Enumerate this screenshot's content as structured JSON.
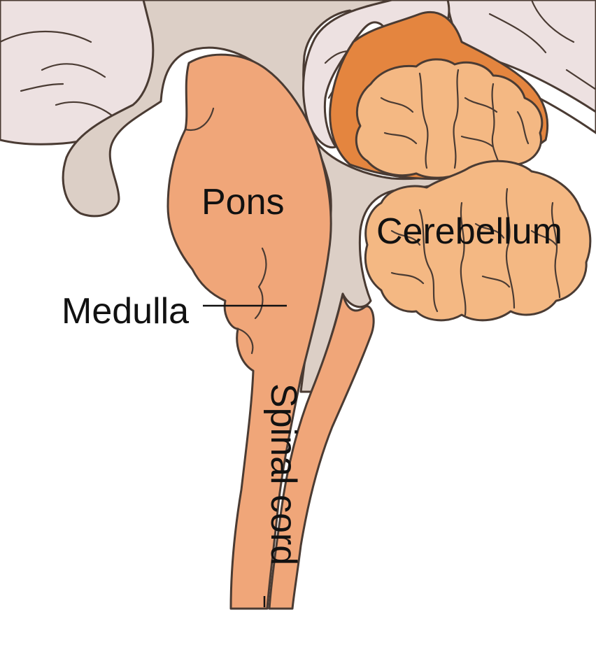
{
  "labels": {
    "pons": "Pons",
    "medulla": "Medulla",
    "cerebellum": "Cerebellum",
    "spinal_cord": "Spinal cord"
  },
  "colors": {
    "background": "#ffffff",
    "cerebrum": "#ede1e1",
    "brainstem_gray": "#dccfc6",
    "brainstem_orange": "#f0a679",
    "cerebellum_light": "#f4b883",
    "cerebellum_dark": "#e4853f",
    "outline": "#4a3b33"
  }
}
